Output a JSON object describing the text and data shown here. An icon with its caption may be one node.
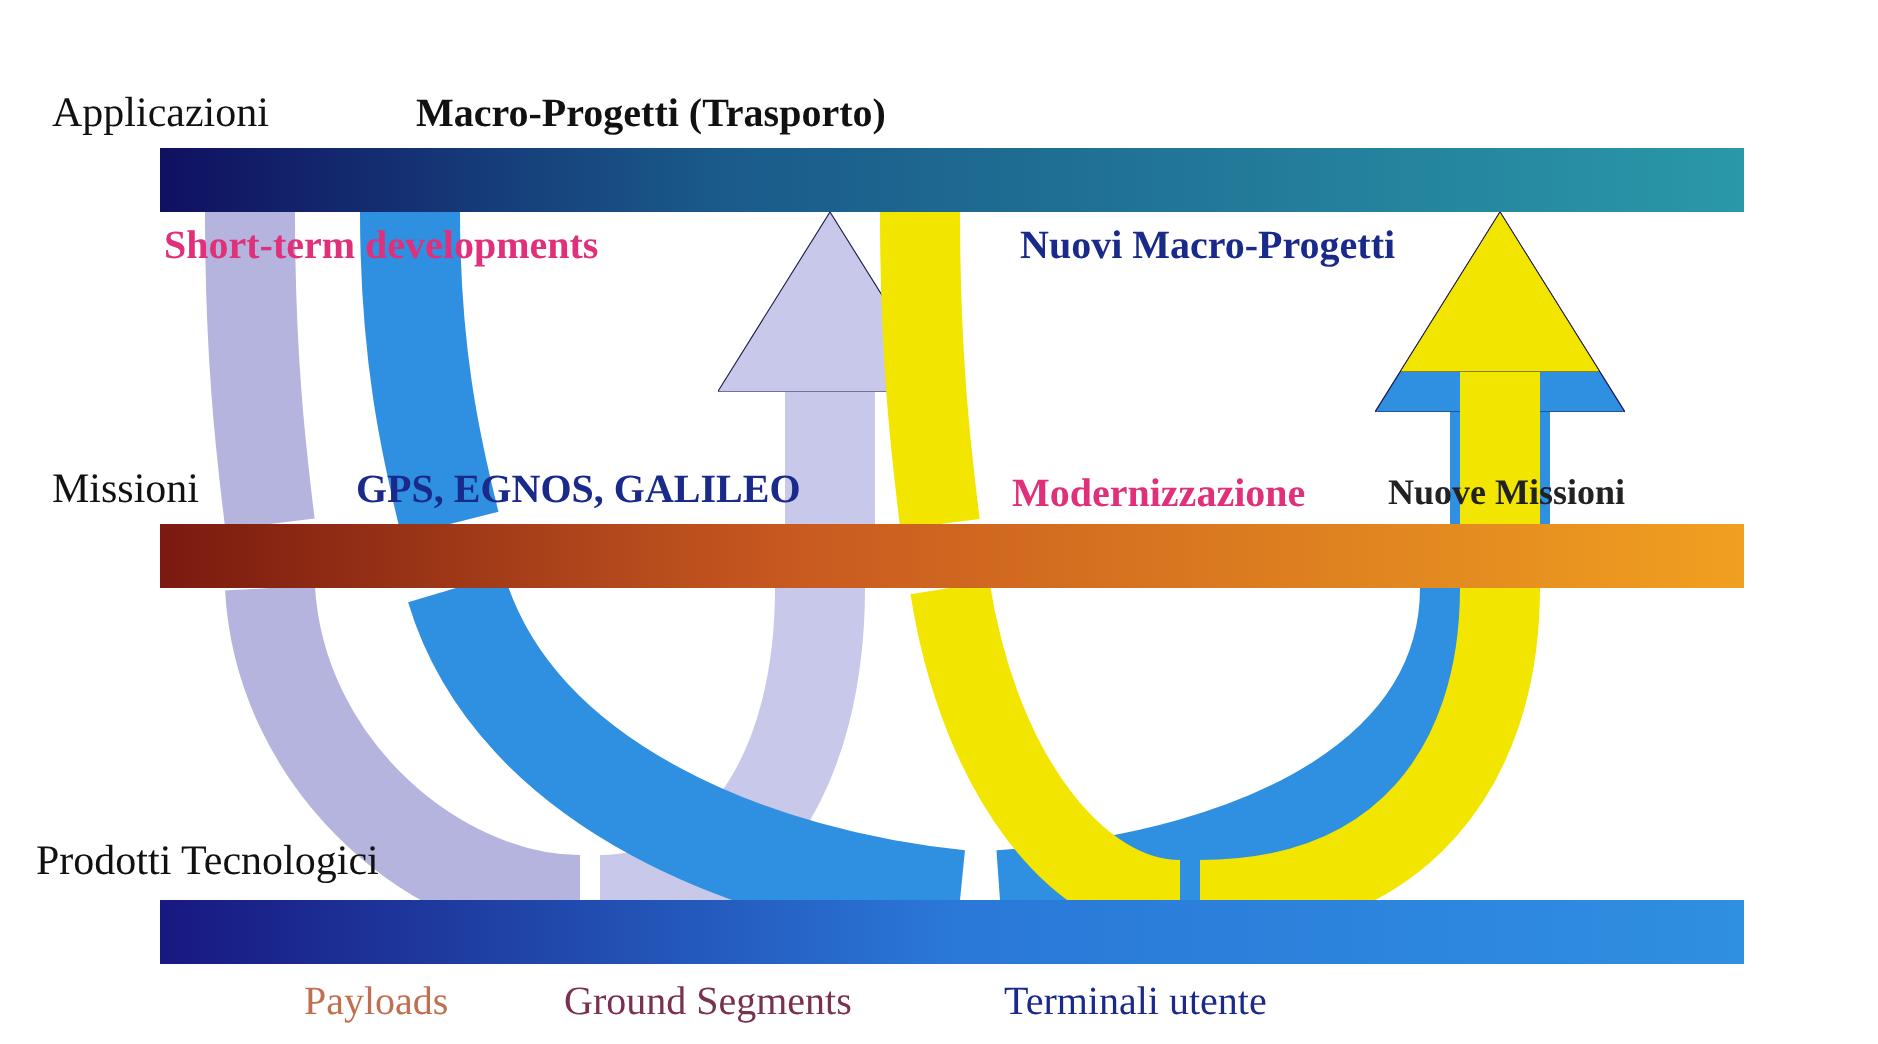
{
  "diagram": {
    "nodes": [
      {
        "text": [
          "Applicazioni"
        ],
        "beside": [
          "Macro-Progetti (Trasporto)",
          "Short-term developments",
          "Nuovi Macro-Progetti"
        ]
      },
      {
        "text": [
          "Missioni"
        ],
        "beside": [
          "GPS, EGNOS, GALILEO",
          "Modernizzazione",
          "Nuove Missioni"
        ]
      },
      {
        "text": [
          "Prodotti Tecnologici"
        ],
        "beside": [
          "Payloads",
          "Ground Segments",
          "Terminali utente"
        ]
      }
    ],
    "edges": [
      {
        "from": 0,
        "to": 1,
        "arrow": "none",
        "color": "#b4b4de"
      },
      {
        "from": 1,
        "to": 2,
        "arrow": "none",
        "color": "#b4b4de"
      },
      {
        "from": 2,
        "to": 1,
        "arrow": "none",
        "color": "#c8c8ea"
      },
      {
        "from": 1,
        "to": 0,
        "arrow": "to",
        "color": "#c8c8ea"
      },
      {
        "from": 0,
        "to": 1,
        "arrow": "none",
        "color": "#2f8fe0"
      },
      {
        "from": 1,
        "to": 2,
        "arrow": "none",
        "color": "#2f8fe0"
      },
      {
        "from": 2,
        "to": 1,
        "arrow": "none",
        "color": "#2f8fe0"
      },
      {
        "from": 1,
        "to": 0,
        "arrow": "to",
        "color": "#2f8fe0"
      },
      {
        "from": 0,
        "to": 1,
        "arrow": "none",
        "color": "#f2e600"
      },
      {
        "from": 1,
        "to": 2,
        "arrow": "none",
        "color": "#f2e600"
      },
      {
        "from": 2,
        "to": 1,
        "arrow": "none",
        "color": "#f2e600"
      },
      {
        "from": 1,
        "to": 0,
        "arrow": "to",
        "color": "#f2e600"
      }
    ]
  }
}
